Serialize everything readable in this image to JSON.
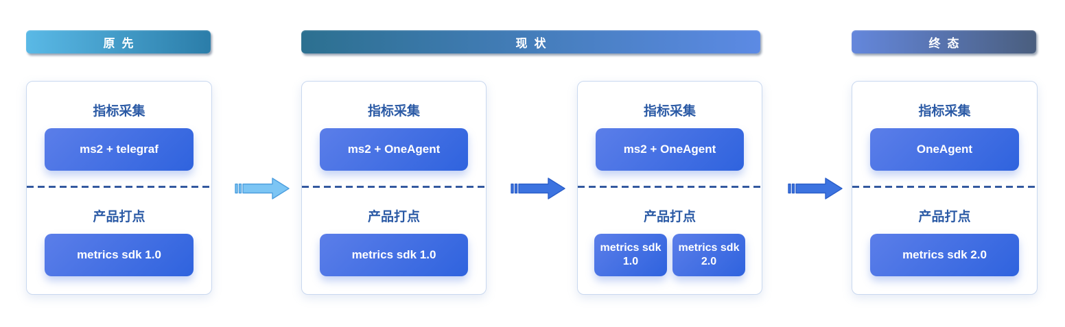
{
  "stage_headers": [
    {
      "label": "原先"
    },
    {
      "label": "现状"
    },
    {
      "label": "终态"
    }
  ],
  "cards": [
    {
      "metric_title": "指标采集",
      "metric_button": "ms2 + telegraf",
      "tracking_title": "产品打点",
      "tracking_button": "metrics sdk 1.0"
    },
    {
      "metric_title": "指标采集",
      "metric_button": "ms2 + OneAgent",
      "tracking_title": "产品打点",
      "tracking_button": "metrics sdk 1.0"
    },
    {
      "metric_title": "指标采集",
      "metric_button": "ms2 + OneAgent",
      "tracking_title": "产品打点",
      "tracking_buttons": [
        "metrics sdk 1.0",
        "metrics sdk 2.0"
      ]
    },
    {
      "metric_title": "指标采集",
      "metric_button": "OneAgent",
      "tracking_title": "产品打点",
      "tracking_button": "metrics sdk 2.0"
    }
  ],
  "arrows": [
    {
      "style": "light-blue"
    },
    {
      "style": "blue"
    },
    {
      "style": "blue"
    }
  ],
  "colors": {
    "header_original_from": "#5ab9e6",
    "header_original_to": "#2b7da9",
    "header_current_from": "#2c7090",
    "header_current_to": "#5c8ae4",
    "header_final_from": "#6487dc",
    "header_final_to": "#4a5e7e",
    "card_title_text": "#2b5aa5",
    "pill_gradient_from": "#5b7ee9",
    "pill_gradient_to": "#2f63de",
    "dash_line": "#33599f",
    "arrow_light_fill": "#7cc5f4",
    "arrow_light_stroke": "#4c9ede",
    "arrow_blue_fill": "#3c73e0",
    "arrow_blue_stroke": "#2a5ec9",
    "card_border": "#c9d8ef"
  }
}
